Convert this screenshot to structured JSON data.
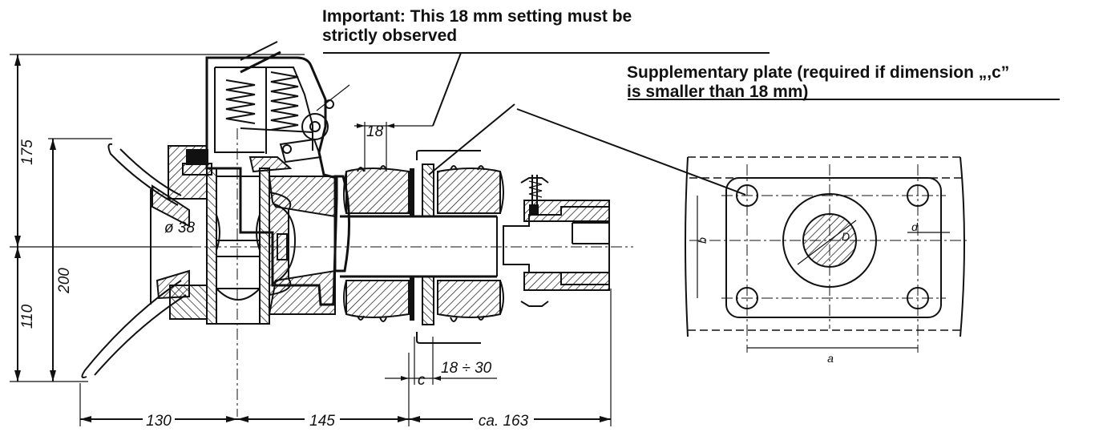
{
  "annotations": {
    "important_line1": "Important: This 18 mm setting must be",
    "important_line2": "strictly observed",
    "supplementary_line1": "Supplementary plate (required if dimension „,c”",
    "supplementary_line2": "is smaller than 18 mm)"
  },
  "dimensions": {
    "height_175": "175",
    "height_200": "200",
    "height_110": "110",
    "diameter_38": "ø 38",
    "gap_18_top": "18",
    "gap_c": "c",
    "gap_18_30": "18 ÷ 30",
    "len_130": "130",
    "len_145": "145",
    "len_163": "ca. 163"
  },
  "plate_labels": {
    "a": "a",
    "b": "b",
    "d": "d",
    "D": "D"
  }
}
